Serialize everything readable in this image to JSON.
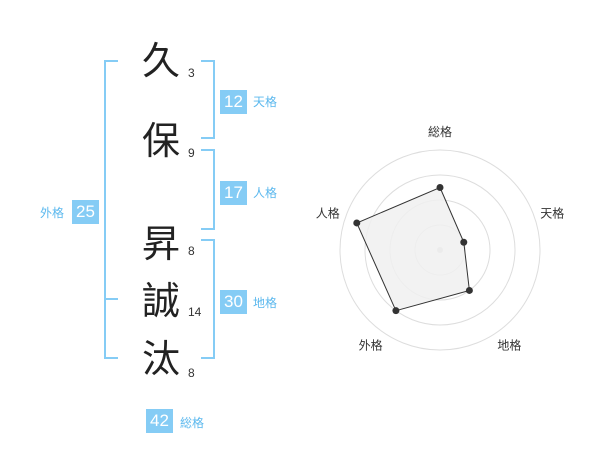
{
  "name_chars": [
    {
      "char": "久",
      "strokes": "3"
    },
    {
      "char": "保",
      "strokes": "9"
    },
    {
      "char": "昇",
      "strokes": "8"
    },
    {
      "char": "誠",
      "strokes": "14"
    },
    {
      "char": "汰",
      "strokes": "8"
    }
  ],
  "kaku": {
    "tenkaku": {
      "value": "12",
      "label": "天格"
    },
    "jinkaku": {
      "value": "17",
      "label": "人格"
    },
    "chikaku": {
      "value": "30",
      "label": "地格"
    },
    "gaikaku": {
      "value": "25",
      "label": "外格"
    },
    "soukaku": {
      "value": "42",
      "label": "総格"
    }
  },
  "colors": {
    "accent": "#85ccf5",
    "accent_text": "#5bb8ee",
    "polygon_fill": "#f0f0f0",
    "ring": "#dddddd"
  },
  "chart_data": {
    "type": "radar",
    "axes": [
      "総格",
      "天格",
      "地格",
      "外格",
      "人格"
    ],
    "values": [
      2.5,
      1.0,
      2.0,
      3.0,
      3.5
    ],
    "max": 4,
    "rings": 4
  }
}
